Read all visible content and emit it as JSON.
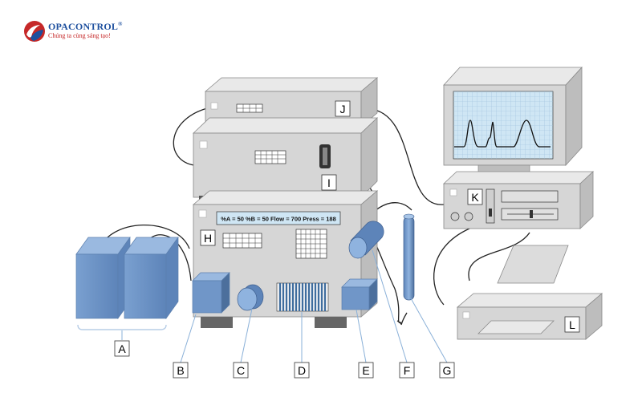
{
  "header": {
    "brand": "OPACONTROL",
    "registered": "®",
    "tagline": "Chúng ta cùng sáng tạo!"
  },
  "display_readout": "%A = 50   %B = 50   Flow = 700   Press = 188",
  "labels": {
    "A": "A",
    "B": "B",
    "C": "C",
    "D": "D",
    "E": "E",
    "F": "F",
    "G": "G",
    "H": "H",
    "I": "I",
    "J": "J",
    "K": "K",
    "L": "L"
  },
  "colors": {
    "equipment_body": "#d6d6d6",
    "equipment_top": "#e9e9e9",
    "component_blue": "#7096c8",
    "component_blue_dark": "#4c6f9c",
    "screen": "#cfe6f4",
    "brand_blue": "#1d4f9e",
    "brand_red": "#c62828"
  },
  "icons": [
    "logo-swirl-icon"
  ]
}
